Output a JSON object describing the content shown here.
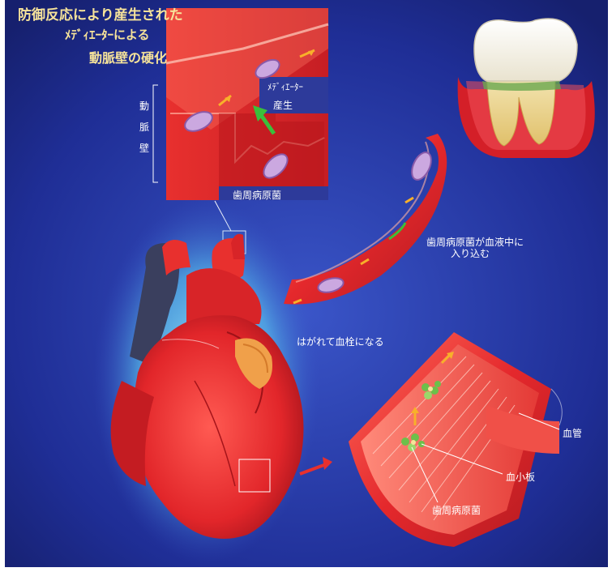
{
  "inset": {
    "title_line1": "防御反応により産生された",
    "title_line2": "ﾒﾃﾞｨｴｰﾀｰによる",
    "title_line3": "動脈壁の硬化",
    "mediator_label": "ﾒﾃﾞｨｴｰﾀｰ",
    "production_label": "産生",
    "artery_wall_label": [
      "動",
      "脈",
      "壁"
    ],
    "bacteria_label": "歯周病原菌"
  },
  "vessel": {
    "enter_blood_line1": "歯周病原菌が血液中に",
    "enter_blood_line2": "入り込む"
  },
  "artery_section": {
    "thrombus_label": "はがれて血栓になる",
    "vessel_label": "血管",
    "platelet_label": "血小板",
    "bacteria_label": "歯周病原菌"
  },
  "colors": {
    "background": "#1e2a8c",
    "inset_bg": "#2d3a9a",
    "artery_red": "#d8262c",
    "label_yellow": "#f6e39a",
    "glow": "#7fe0ff"
  }
}
